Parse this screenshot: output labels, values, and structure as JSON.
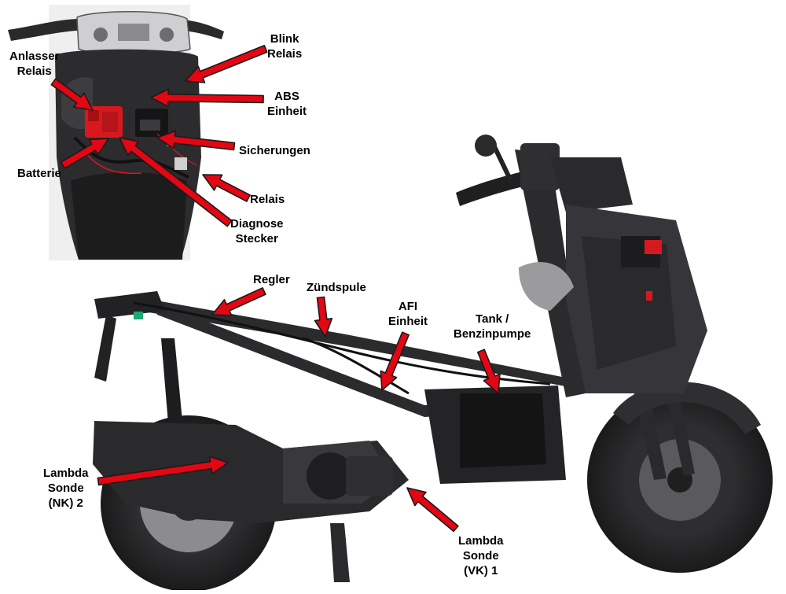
{
  "colors": {
    "arrow": "#e30613",
    "arrow_outline": "#1a1a1a",
    "frame": "#2b2b2d",
    "body": "#3a3a3d",
    "tire": "#1b1b1c",
    "background": "#ffffff",
    "inset_bg": "#e9e9ea"
  },
  "labels": {
    "blink_relais": [
      "Blink",
      "Relais"
    ],
    "anlasser_relais": [
      "Anlasser",
      "Relais"
    ],
    "abs_einheit": [
      "ABS",
      "Einheit"
    ],
    "sicherungen": [
      "Sicherungen"
    ],
    "batterie": [
      "Batterie"
    ],
    "relais": [
      "Relais"
    ],
    "diagnose_stecker": [
      "Diagnose",
      "Stecker"
    ],
    "regler": [
      "Regler"
    ],
    "zuendspule": [
      "Zündspule"
    ],
    "afi_einheit": [
      "AFI",
      "Einheit"
    ],
    "tank_benzinpumpe": [
      "Tank /",
      "Benzinpumpe"
    ],
    "lambda_nk2": [
      "Lambda",
      "Sonde",
      "(NK) 2"
    ],
    "lambda_vk1": [
      "Lambda",
      "Sonde",
      "(VK) 1"
    ]
  }
}
